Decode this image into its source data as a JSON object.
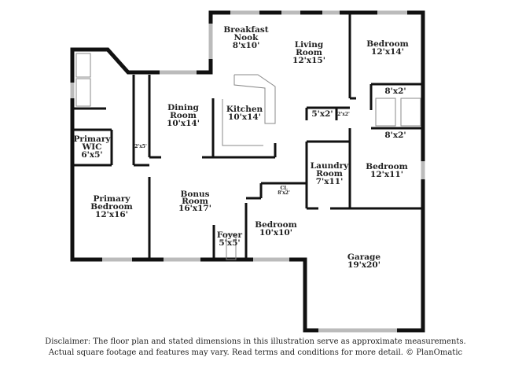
{
  "rooms": {
    "breakfast_nook": {
      "name1": "Breakfast",
      "name2": "Nook",
      "size": "8'x10'"
    },
    "living_room": {
      "name1": "Living",
      "name2": "Room",
      "size": "12'x15'"
    },
    "bedroom_ne": {
      "name": "Bedroom",
      "size": "12'x14'"
    },
    "closet_8x2_a": {
      "size": "8'x2'"
    },
    "closet_8x2_b": {
      "size": "8'x2'"
    },
    "closet_5x2": {
      "size": "5'x2'"
    },
    "closet_2x2": {
      "size": "2'x2'"
    },
    "dining_room": {
      "name1": "Dining",
      "name2": "Room",
      "size": "10'x14'"
    },
    "kitchen": {
      "name": "Kitchen",
      "size": "10'x14'"
    },
    "primary_wic": {
      "name1": "Primary",
      "name2": "WIC",
      "size": "6'x5'"
    },
    "closet_2x5": {
      "size": "2'x5'"
    },
    "laundry_room": {
      "name1": "Laundry",
      "name2": "Room",
      "size": "7'x11'"
    },
    "bedroom_e": {
      "name": "Bedroom",
      "size": "12'x11'"
    },
    "cl": {
      "name": "CL",
      "size": "8'x2'"
    },
    "primary_bedroom": {
      "name1": "Primary",
      "name2": "Bedroom",
      "size": "12'x16'"
    },
    "bonus_room": {
      "name1": "Bonus",
      "name2": "Room",
      "size": "16'x17'"
    },
    "bedroom_s": {
      "name": "Bedroom",
      "size": "10'x10'"
    },
    "foyer": {
      "name": "Foyer",
      "size": "5'x5'"
    },
    "garage": {
      "name": "Garage",
      "size": "19'x20'"
    }
  },
  "disclaimer": {
    "line1": "Disclaimer: The floor plan and stated dimensions in this illustration serve as approximate measurements.",
    "line2": "Actual square footage and features may vary. Read terms and conditions for more detail. © PlanOmatic"
  }
}
